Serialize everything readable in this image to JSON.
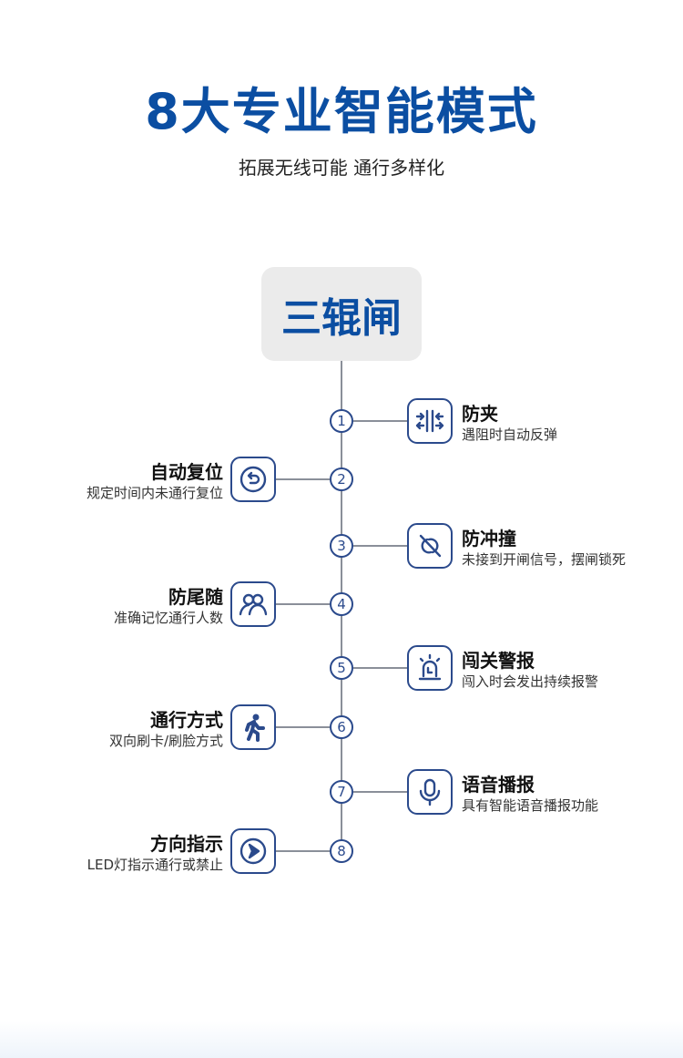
{
  "header": {
    "title": "8大专业智能模式",
    "subtitle": "拓展无线可能 通行多样化"
  },
  "product": "三辊闸",
  "features": [
    {
      "num": "1",
      "title": "防夹",
      "desc": "遇阻时自动反弹",
      "icon": "anti-pinch-icon",
      "side": "right"
    },
    {
      "num": "2",
      "title": "自动复位",
      "desc": "规定时间内未通行复位",
      "icon": "reset-icon",
      "side": "left"
    },
    {
      "num": "3",
      "title": "防冲撞",
      "desc": "未接到开闸信号，摆闸锁死",
      "icon": "anti-collision-icon",
      "side": "right"
    },
    {
      "num": "4",
      "title": "防尾随",
      "desc": "准确记忆通行人数",
      "icon": "people-icon",
      "side": "left"
    },
    {
      "num": "5",
      "title": "闯关警报",
      "desc": "闯入时会发出持续报警",
      "icon": "alarm-light-icon",
      "side": "right"
    },
    {
      "num": "6",
      "title": "通行方式",
      "desc": "双向刷卡/刷脸方式",
      "icon": "running-person-icon",
      "side": "left"
    },
    {
      "num": "7",
      "title": "语音播报",
      "desc": "具有智能语音播报功能",
      "icon": "microphone-icon",
      "side": "right"
    },
    {
      "num": "8",
      "title": "方向指示",
      "desc": "LED灯指示通行或禁止",
      "icon": "direction-arrow-icon",
      "side": "left"
    }
  ],
  "colors": {
    "accent": "#0b4ea2",
    "icon": "#2b4a8c"
  }
}
